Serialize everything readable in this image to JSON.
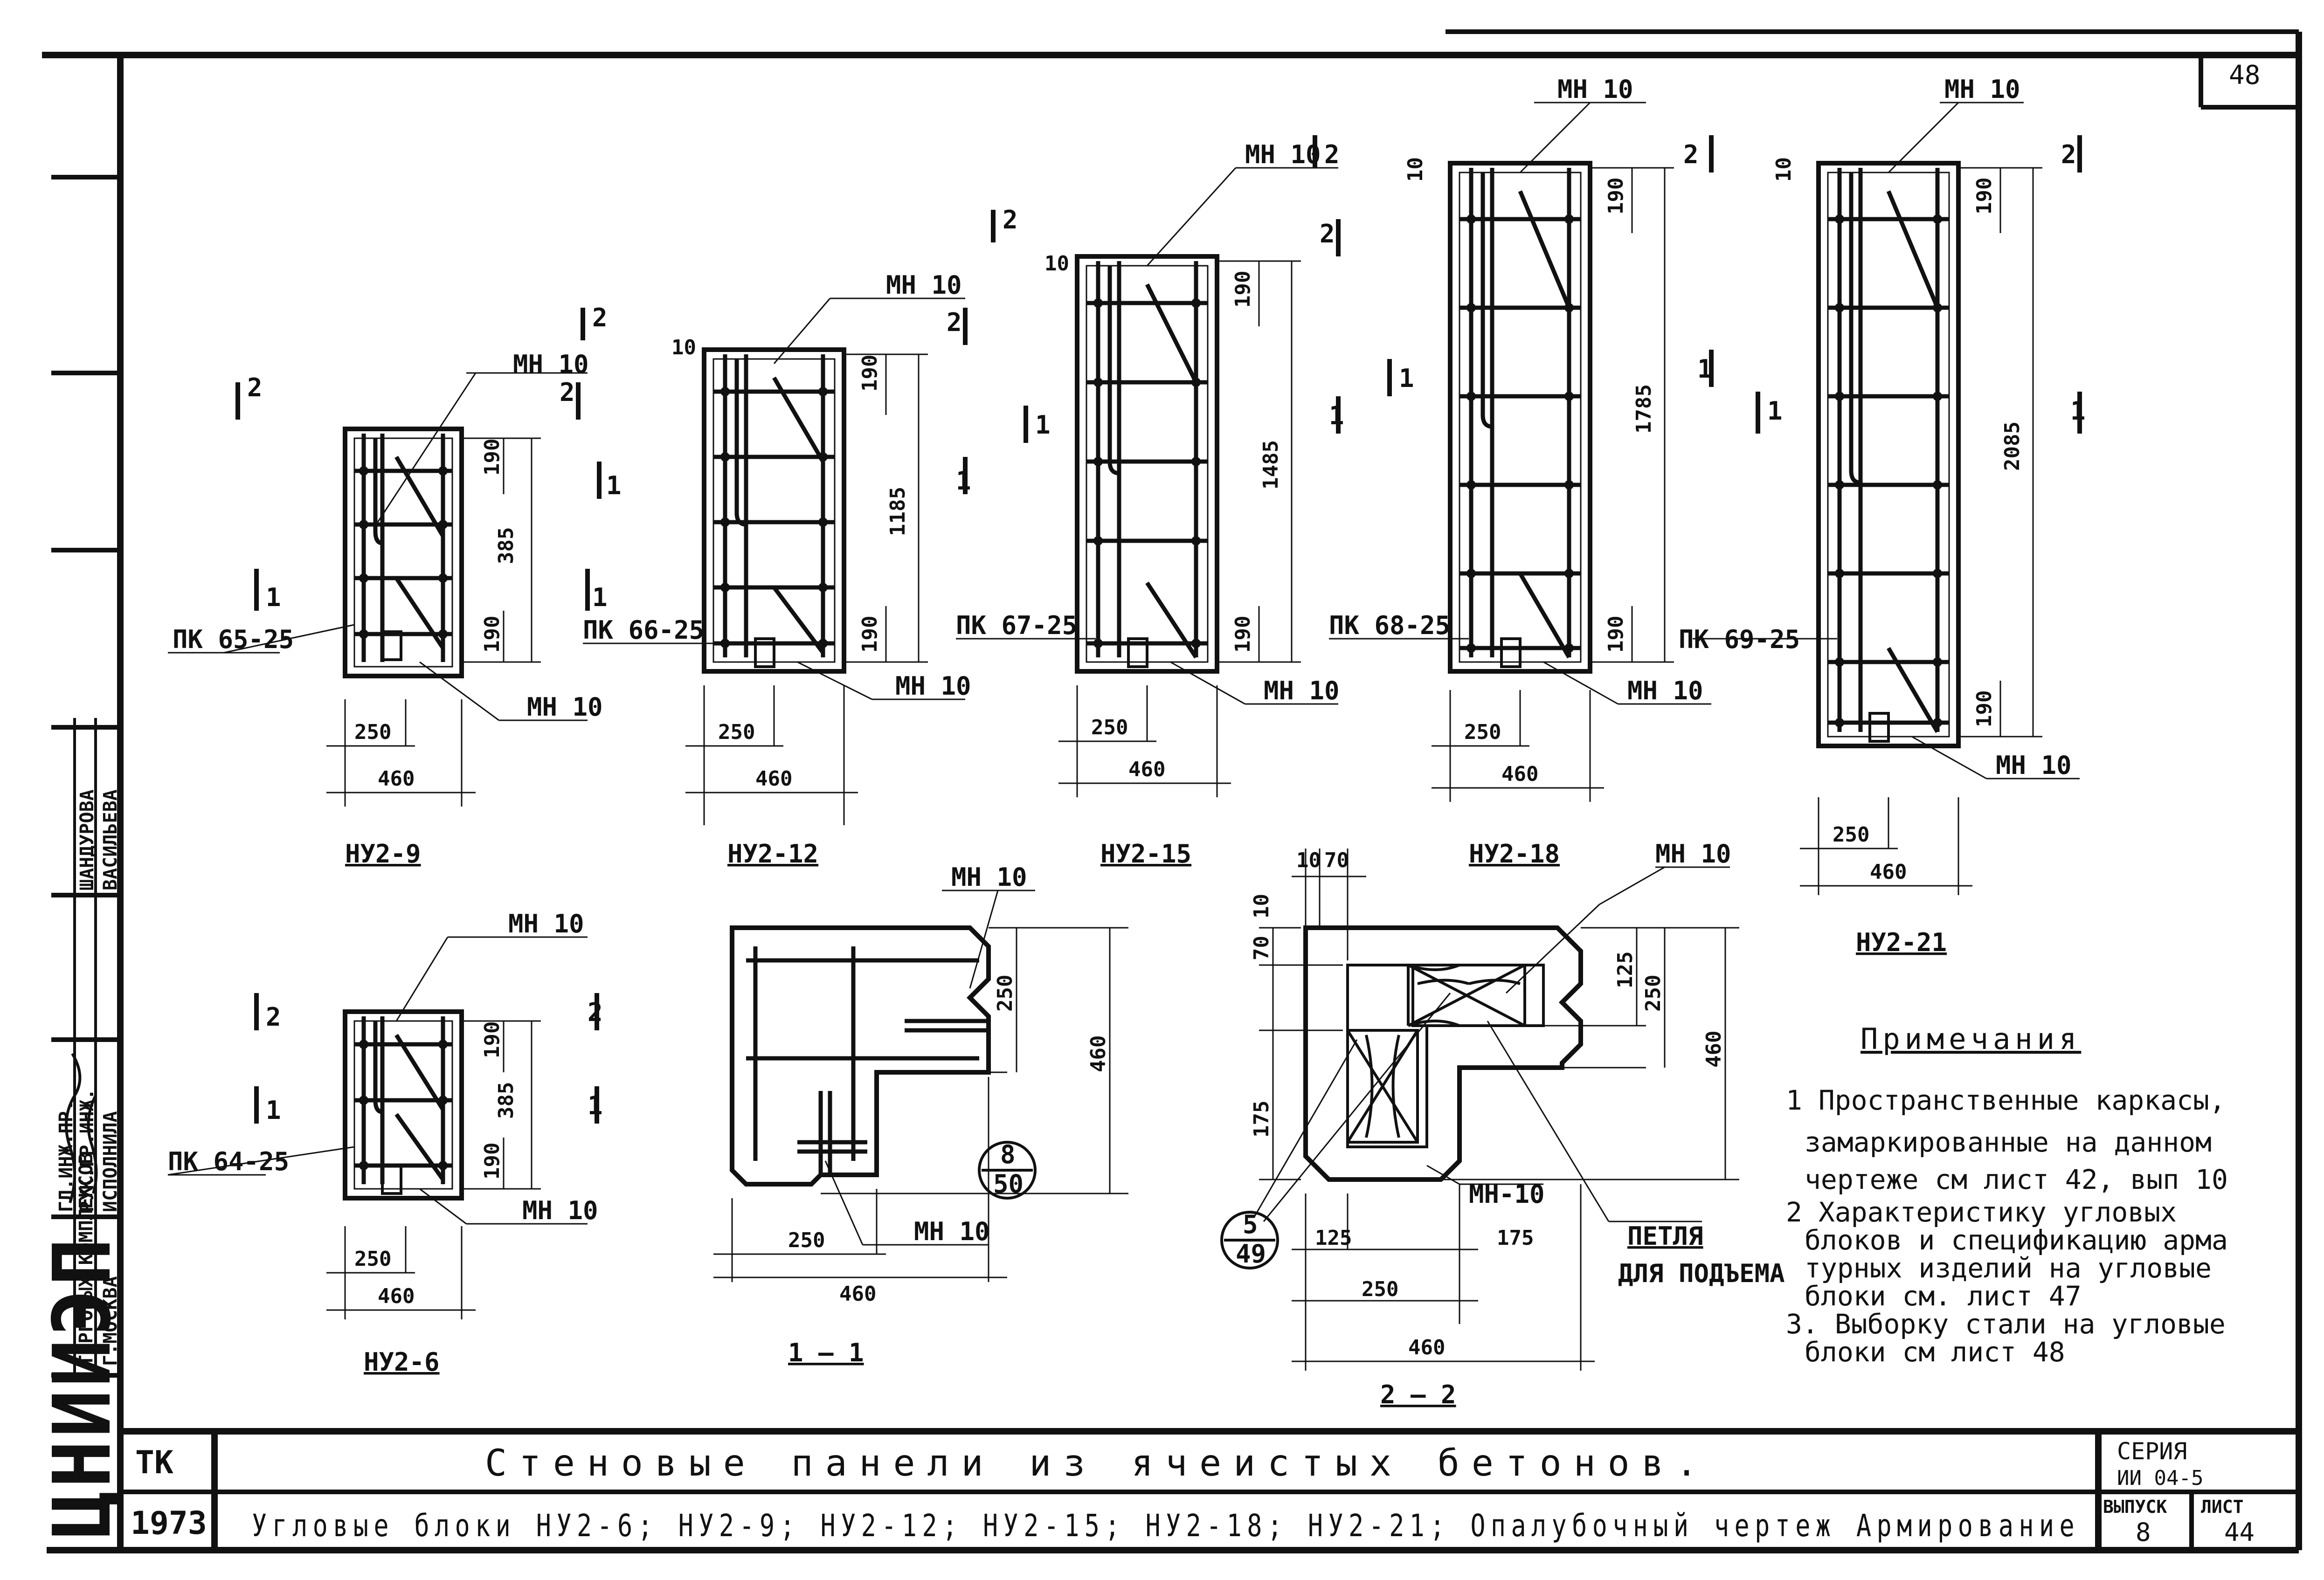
{
  "sheet": {
    "page_number": "48",
    "institute": "ЦНИИЭП",
    "stamp": {
      "org": [
        "ТОРГОВЫХ КОМПЛЕКСОВ",
        "Г.МОСКВА"
      ],
      "roles": [
        "ГЛ.ИНЖ.ПР.",
        "РУК.ГР.ИНЖ.",
        "ИСПОЛНИЛА"
      ],
      "names": [
        "ШАНДУРОВА",
        "ВАСИЛЬЕВА"
      ]
    }
  },
  "title_block": {
    "tk": "ТК",
    "year": "1973",
    "title": "Стеновые панели из ячеистых бетонов.",
    "subtitle": "Угловые блоки НУ2-6; НУ2-9; НУ2-12; НУ2-15; НУ2-18; НУ2-21; Опалубочный чертеж Армирование",
    "seria_label": "СЕРИЯ",
    "seria_value": "ИИ 04-5",
    "vypusk_label": "ВЫПУСК",
    "vypusk_value": "8",
    "list_label": "ЛИСТ",
    "list_value": "44"
  },
  "common": {
    "mesh_label": "МН 10",
    "mesh_label_dash": "МН-10",
    "dim_width": "460",
    "dim_inner": "250",
    "dim_edge": "190",
    "dim_top_a": "10",
    "dim_top_b": "5",
    "section_1": "1",
    "section_2": "2"
  },
  "blocks": [
    {
      "name": "НУ2-9",
      "frame": "ПК 65-25",
      "height": "385"
    },
    {
      "name": "НУ2-12",
      "frame": "ПК 66-25",
      "height": "1185"
    },
    {
      "name": "НУ2-15",
      "frame": "ПК 67-25",
      "height": "1485"
    },
    {
      "name": "НУ2-18",
      "frame": "ПК 68-25",
      "height": "1785"
    },
    {
      "name": "НУ2-21",
      "frame": "ПК 69-25",
      "height": "2085"
    },
    {
      "name": "НУ2-6",
      "frame": "ПК 64-25",
      "height": "385"
    }
  ],
  "section_1_1": {
    "label": "1 — 1",
    "dims": [
      "250",
      "460",
      "250",
      "460"
    ],
    "callout_top": "8",
    "callout_bottom": "50"
  },
  "section_2_2": {
    "label": "2 — 2",
    "dims_top": [
      "10",
      "70"
    ],
    "dims_left": [
      "10",
      "70",
      "175"
    ],
    "dims_right": [
      "125",
      "250",
      "460"
    ],
    "dims_bottom": [
      "125",
      "175",
      "250",
      "460"
    ],
    "callout_top": "5",
    "callout_bottom": "49",
    "loop_label_1": "ПЕТЛЯ",
    "loop_label_2": "ДЛЯ ПОДЪЕМА"
  },
  "notes": {
    "heading": "Примечания",
    "items": [
      "1 Пространственные каркасы,",
      "замаркированные на данном",
      "чертеже см лист 42, вып 10",
      "2 Характеристику угловых",
      "блоков и спецификацию арма",
      "турных изделий на угловые",
      "блоки см. лист 47",
      "3. Выборку стали на угловые",
      "блоки см лист 48"
    ]
  }
}
